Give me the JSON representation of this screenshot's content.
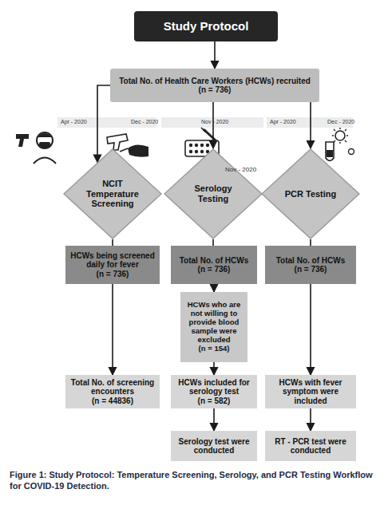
{
  "diagram": {
    "caption": "Figure 1: Study Protocol: Temperature Screening, Serology, and PCR Testing Workflow for COVID-19 Detection.",
    "nodes": [
      {
        "text": [
          "Study Protocol"
        ]
      },
      {
        "text": [
          "Total No. of Health Care Workers (HCWs) recruited",
          "(n = 736)"
        ]
      },
      {
        "text": [
          "NCIT Temperature Screening"
        ]
      },
      {
        "text": [
          "Serology Testing"
        ]
      },
      {
        "text": [
          "PCR Testing"
        ]
      },
      {
        "text": [
          "HCWs being screened daily for fever",
          "(n = 736)"
        ]
      },
      {
        "text": [
          "Total No. of HCWs",
          "(n = 736)"
        ]
      },
      {
        "text": [
          "Total No. of HCWs",
          "(n = 736)"
        ]
      },
      {
        "text": [
          "HCWs who are not willing to provide blood sample were excluded",
          "(n = 154)"
        ]
      },
      {
        "text": [
          "Total No. of screening encounters",
          "(n = 44836)"
        ]
      },
      {
        "text": [
          "HCWs included for serology test",
          "(n = 582)"
        ]
      },
      {
        "text": [
          "HCWs with fever symptom were included"
        ]
      },
      {
        "text": [
          "Serology test were conducted"
        ]
      },
      {
        "text": [
          "RT - PCR test were conducted"
        ]
      }
    ],
    "edges": [
      {
        "from": 0,
        "to": 1,
        "arrow": "to"
      },
      {
        "from": 1,
        "to": 2,
        "arrow": "to"
      },
      {
        "from": 1,
        "to": 3,
        "arrow": "to"
      },
      {
        "from": 1,
        "to": 4,
        "arrow": "to"
      },
      {
        "from": 2,
        "to": 5,
        "arrow": "none"
      },
      {
        "from": 3,
        "to": 6,
        "arrow": "none"
      },
      {
        "from": 4,
        "to": 7,
        "arrow": "none"
      },
      {
        "from": 5,
        "to": 9,
        "arrow": "to"
      },
      {
        "from": 6,
        "to": 8,
        "arrow": "to"
      },
      {
        "from": 8,
        "to": 10,
        "arrow": "to"
      },
      {
        "from": 10,
        "to": 12,
        "arrow": "to"
      },
      {
        "from": 7,
        "to": 11,
        "arrow": "to"
      },
      {
        "from": 11,
        "to": 13,
        "arrow": "to"
      }
    ],
    "labels": [
      "Apr - 2020",
      "Dec - 2020",
      "Nov - 2020",
      "Apr - 2020",
      "Dec - 2020",
      "Nov - 2020"
    ]
  }
}
